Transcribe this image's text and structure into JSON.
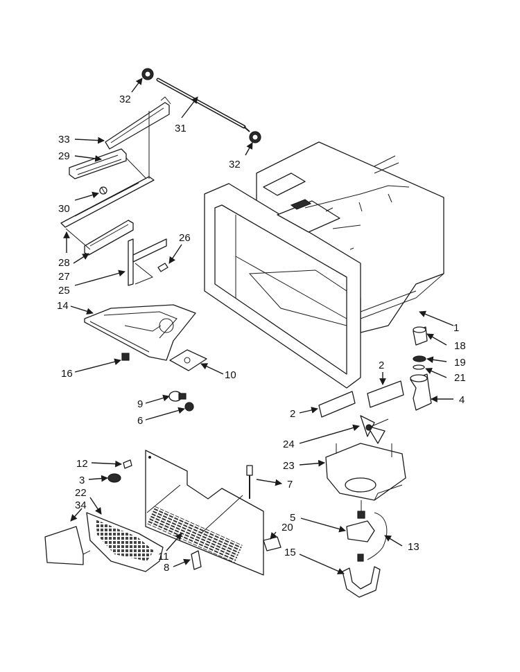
{
  "callouts": [
    "1",
    "2",
    "2",
    "3",
    "4",
    "5",
    "6",
    "7",
    "8",
    "9",
    "10",
    "11",
    "12",
    "13",
    "14",
    "15",
    "16",
    "18",
    "19",
    "20",
    "21",
    "22",
    "23",
    "24",
    "25",
    "26",
    "27",
    "28",
    "29",
    "30",
    "31",
    "32",
    "32",
    "33",
    "34"
  ],
  "colors": {
    "line": "#1a1a1a",
    "fill": "#ffffff",
    "background": "#ffffff"
  }
}
